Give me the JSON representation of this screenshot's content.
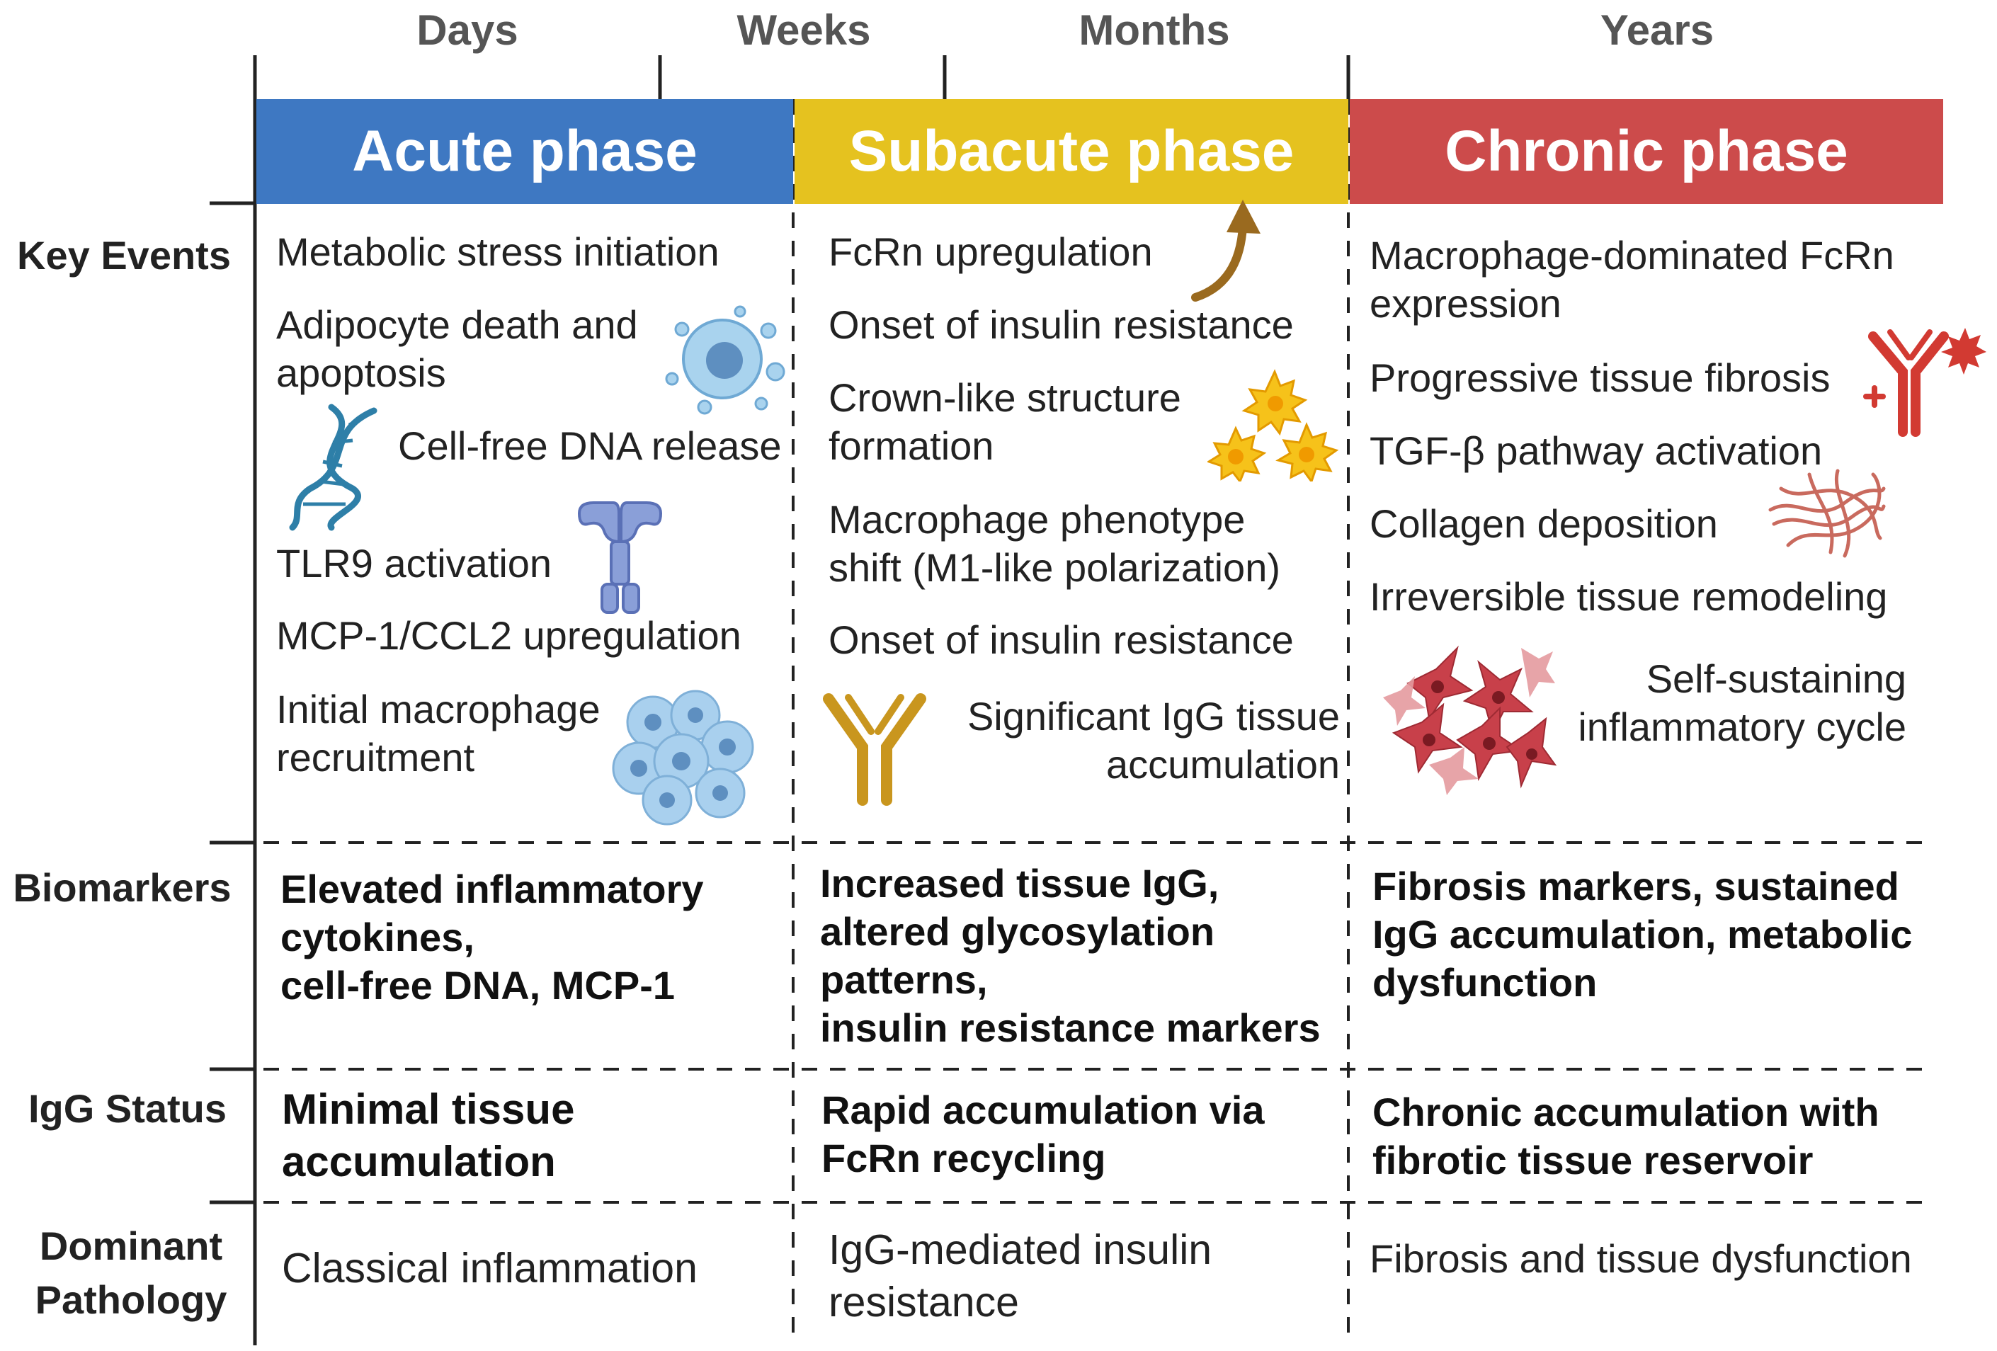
{
  "timescale": {
    "days": "Days",
    "weeks": "Weeks",
    "months": "Months",
    "years": "Years"
  },
  "phases": {
    "acute": {
      "title": "Acute phase",
      "color": "#3E78C2"
    },
    "subacute": {
      "title": "Subacute phase",
      "color": "#E5C21F"
    },
    "chronic": {
      "title": "Chronic phase",
      "color": "#CC4B4B"
    }
  },
  "row_labels": {
    "key_events": "Key Events",
    "biomarkers": "Biomarkers",
    "igg_status": "IgG Status",
    "dominant_pathology": [
      "Dominant",
      "Pathology"
    ]
  },
  "key_events": {
    "acute": {
      "metabolic_stress": "Metabolic stress initiation",
      "adipocyte_death": [
        "Adipocyte death and",
        "apoptosis"
      ],
      "cfdna_release": "Cell-free DNA release",
      "tlr9": "TLR9 activation",
      "mcp1": "MCP-1/CCL2 upregulation",
      "macrophage_recruitment": [
        "Initial macrophage",
        "recruitment"
      ]
    },
    "subacute": {
      "fcrn_upregulation": "FcRn upregulation",
      "insulin_resistance_1": "Onset of insulin resistance",
      "crown_like": [
        "Crown-like structure",
        "formation"
      ],
      "phenotype_shift": [
        "Macrophage phenotype",
        "shift (M1-like polarization)"
      ],
      "insulin_resistance_2": "Onset of insulin resistance",
      "igg_accumulation": [
        "Significant IgG tissue",
        "accumulation"
      ]
    },
    "chronic": {
      "macrophage_fcrn": [
        "Macrophage-dominated FcRn",
        "expression"
      ],
      "fibrosis": "Progressive tissue fibrosis",
      "tgfb": "TGF-β pathway activation",
      "collagen": "Collagen deposition",
      "remodeling": "Irreversible tissue remodeling",
      "inflammatory_cycle": [
        "Self-sustaining",
        "inflammatory cycle"
      ]
    }
  },
  "biomarkers": {
    "acute": [
      "Elevated inflammatory",
      "cytokines,",
      "cell-free DNA, MCP-1"
    ],
    "subacute": [
      "Increased tissue IgG,",
      "altered glycosylation",
      "patterns,",
      "insulin resistance markers"
    ],
    "chronic": [
      "Fibrosis markers, sustained",
      "IgG accumulation, metabolic",
      "dysfunction"
    ]
  },
  "igg_status": {
    "acute": [
      "Minimal tissue",
      "accumulation"
    ],
    "subacute": [
      "Rapid accumulation via",
      "FcRn recycling"
    ],
    "chronic": [
      "Chronic accumulation with",
      "fibrotic tissue reservoir"
    ]
  },
  "dominant_pathology": {
    "acute": "Classical inflammation",
    "subacute": [
      "IgG-mediated insulin",
      "resistance"
    ],
    "chronic": "Fibrosis and tissue dysfunction"
  },
  "icons": {
    "adipocyte": "apoptotic-cell-icon",
    "dna": "dna-helix-icon",
    "tlr9": "tlr9-receptor-icon",
    "macrophage_cluster": "macrophage-cluster-icon",
    "arrow": "curved-up-arrow-icon",
    "crown_cells": "crown-like-cells-icon",
    "igg_antibody": "igg-antibody-icon",
    "fcrn_antibody": "fcrn-antibody-icon",
    "collagen": "collagen-fiber-icon",
    "fibroblasts": "fibroblast-cluster-icon"
  },
  "colors": {
    "adipocyte": "#8EC3E6",
    "dna": "#2E7FA8",
    "tlr9": "#6F87C9",
    "arrow": "#9A6A1F",
    "crown_cells": "#F4B400",
    "igg_antibody": "#C9961E",
    "fcrn_antibody": "#D23A32",
    "collagen": "#C96A5E",
    "fibroblasts": "#C8404A"
  }
}
